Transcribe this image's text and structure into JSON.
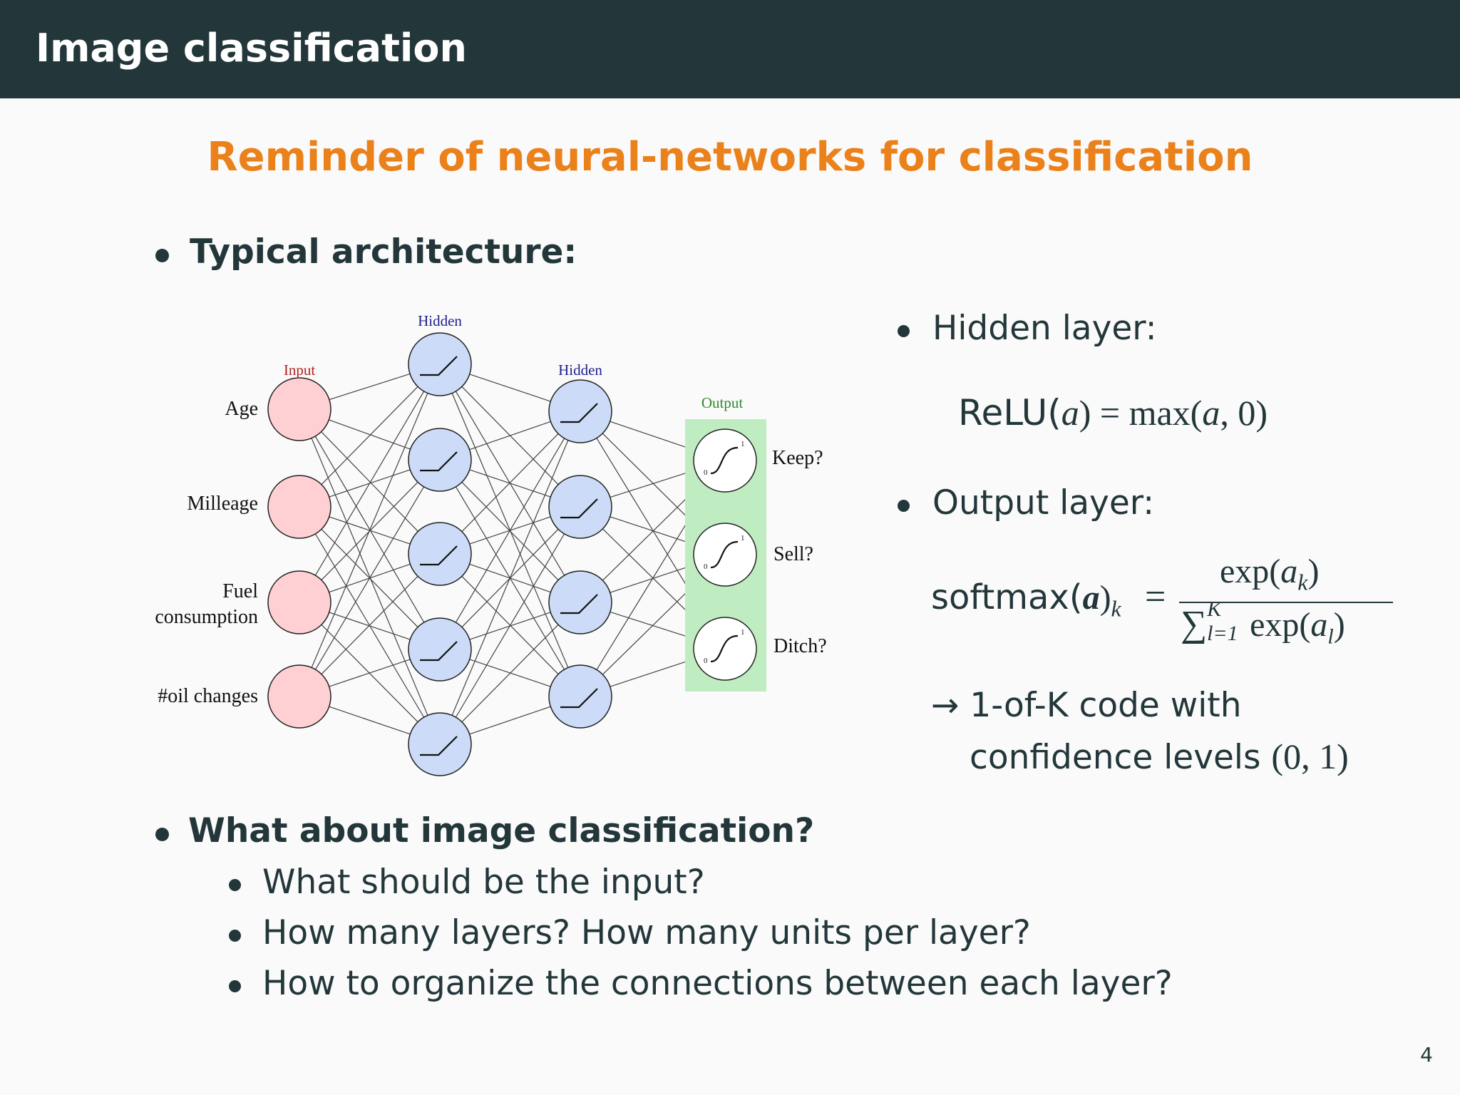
{
  "header": {
    "title": "Image classification"
  },
  "slide": {
    "subtitle": "Reminder of neural-networks for classification",
    "page_number": "4"
  },
  "bullets": {
    "typical_architecture": "Typical architecture:",
    "hidden_layer": "Hidden layer:",
    "relu_formula": {
      "lhs": "ReLU(",
      "var": "a",
      "mid": ") = max(",
      "var2": "a",
      "rhs": ", 0)"
    },
    "output_layer": "Output layer:",
    "softmax_formula": {
      "lhs_name": "softmax(",
      "lhs_var": "a",
      "lhs_close": ")",
      "lhs_sub": "k",
      "equals": "=",
      "numerator_fn": "exp(",
      "numerator_var": "a",
      "numerator_sub": "k",
      "numerator_close": ")",
      "denominator_sum": "∑",
      "denominator_sup": "K",
      "denominator_sub": "l=1",
      "denominator_fn": "exp(",
      "denominator_var": "a",
      "denominator_var_sub": "l",
      "denominator_close": ")"
    },
    "arrow_text_line1": "→ 1-of-K code with",
    "arrow_text_line2_prefix": "confidence levels ",
    "arrow_text_line2_math": "(0, 1)",
    "image_question": "What about image classification?",
    "sub_questions": [
      "What should be the input?",
      "How many layers? How many units per layer?",
      "How to organize the connections between each layer?"
    ]
  },
  "network": {
    "layer_labels": {
      "input": "Input",
      "hidden1": "Hidden",
      "hidden2": "Hidden",
      "output": "Output"
    },
    "input_labels": [
      "Age",
      "Milleage",
      "Fuel",
      "consumption",
      "#oil changes"
    ],
    "output_labels": [
      "Keep?",
      "Sell?",
      "Ditch?"
    ],
    "sigmoid_tick_high": "1",
    "sigmoid_tick_low": "0",
    "colors": {
      "input_fill": "#ffd0d3",
      "hidden_fill": "#ccdbf7",
      "output_fill": "#ffffff",
      "output_band": "#bfecc1",
      "input_label": "#b22222",
      "hidden_label": "#1f1f8f",
      "output_label": "#2e8b2e"
    }
  }
}
